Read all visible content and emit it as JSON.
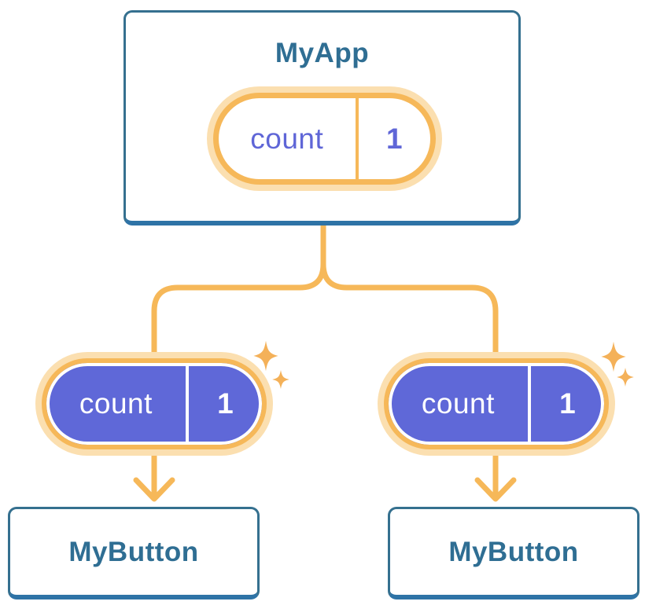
{
  "diagram": {
    "description": "React component tree showing state passed down",
    "root": {
      "label": "MyApp",
      "state": {
        "key": "count",
        "value": "1"
      }
    },
    "children": [
      {
        "label": "MyButton",
        "state": {
          "key": "count",
          "value": "1"
        }
      },
      {
        "label": "MyButton",
        "state": {
          "key": "count",
          "value": "1"
        }
      }
    ],
    "colors": {
      "card_fill": "#ffffff",
      "card_border": "#35708f",
      "card_border_bottom": "#2e73a6",
      "card_text": "#2f6e93",
      "connector_orange": "#f6b859",
      "pill_glow": "#fbdfb0",
      "pill_purple_fill": "#5f68d8",
      "pill_purple_text": "#5f66d7",
      "pill_text_on_purple": "#ffffff",
      "sparkle": "#f4b159"
    },
    "icons": {
      "sparkle": "sparkle-icon",
      "arrow": "arrow-down-icon"
    }
  }
}
